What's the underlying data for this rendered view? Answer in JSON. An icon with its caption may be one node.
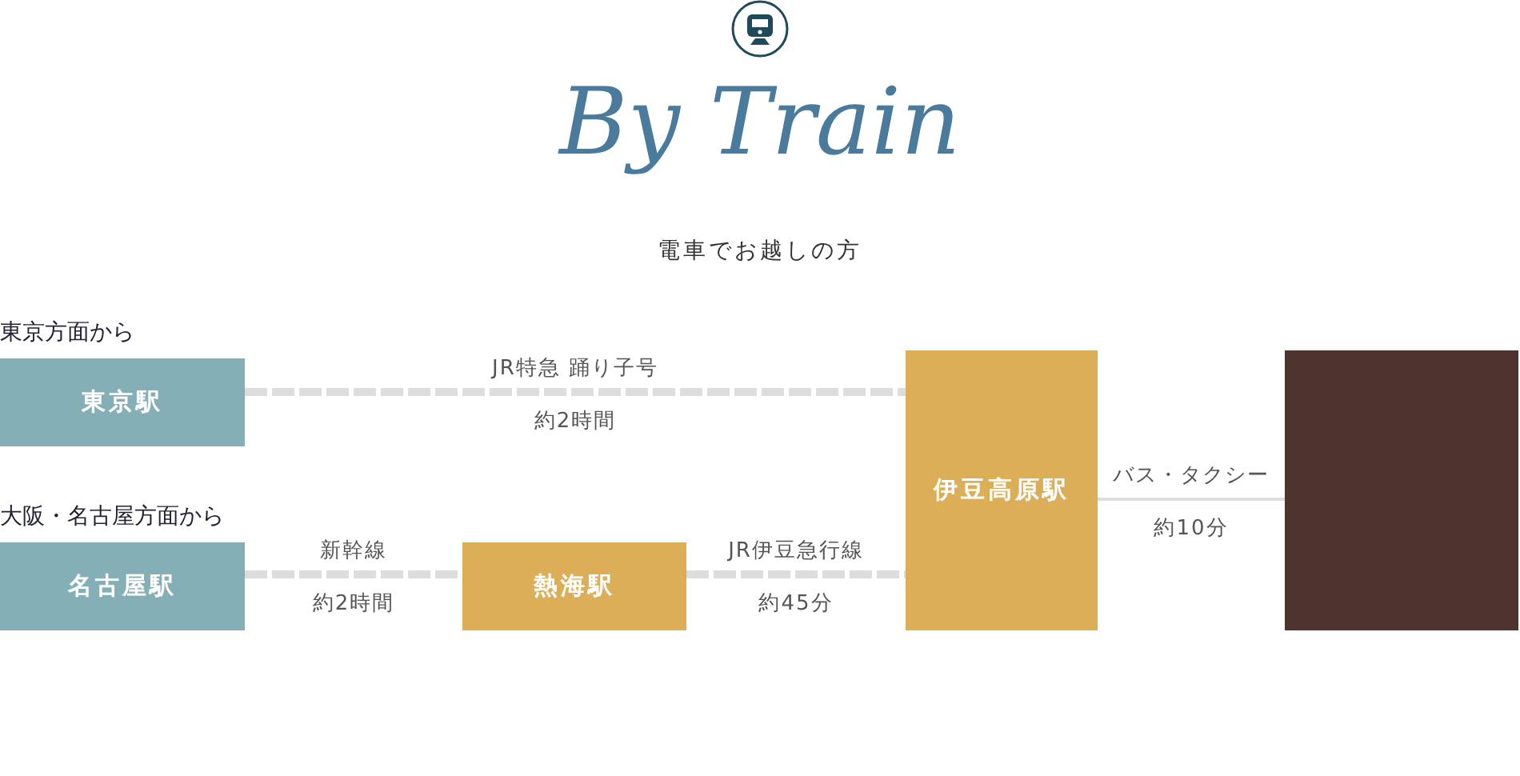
{
  "diagram": {
    "title": "By Train",
    "nodes": [
      {
        "text": [
          "東京駅"
        ],
        "beside": [
          "東京方面から"
        ]
      },
      {
        "text": [
          "名古屋駅"
        ],
        "beside": [
          "大阪・名古屋方面から"
        ]
      },
      {
        "text": [
          "熱海駅"
        ]
      },
      {
        "text": [
          "伊豆高原駅"
        ]
      },
      {
        "text": [],
        "shape": "box"
      }
    ],
    "edges": [
      {
        "from": 0,
        "to": 3,
        "arrow": "none",
        "label": "JR特急 踊り子号",
        "style": "dashed"
      },
      {
        "from": 1,
        "to": 2,
        "arrow": "none",
        "label": "新幹線",
        "style": "dashed"
      },
      {
        "from": 2,
        "to": 3,
        "arrow": "none",
        "label": "JR伊豆急行線",
        "style": "dashed"
      },
      {
        "from": 3,
        "to": 4,
        "arrow": "none",
        "label": "バス・タクシー"
      }
    ],
    "labels": [
      "電車でお越しの方",
      "約2時間",
      "約2時間",
      "約45分",
      "約10分"
    ]
  }
}
